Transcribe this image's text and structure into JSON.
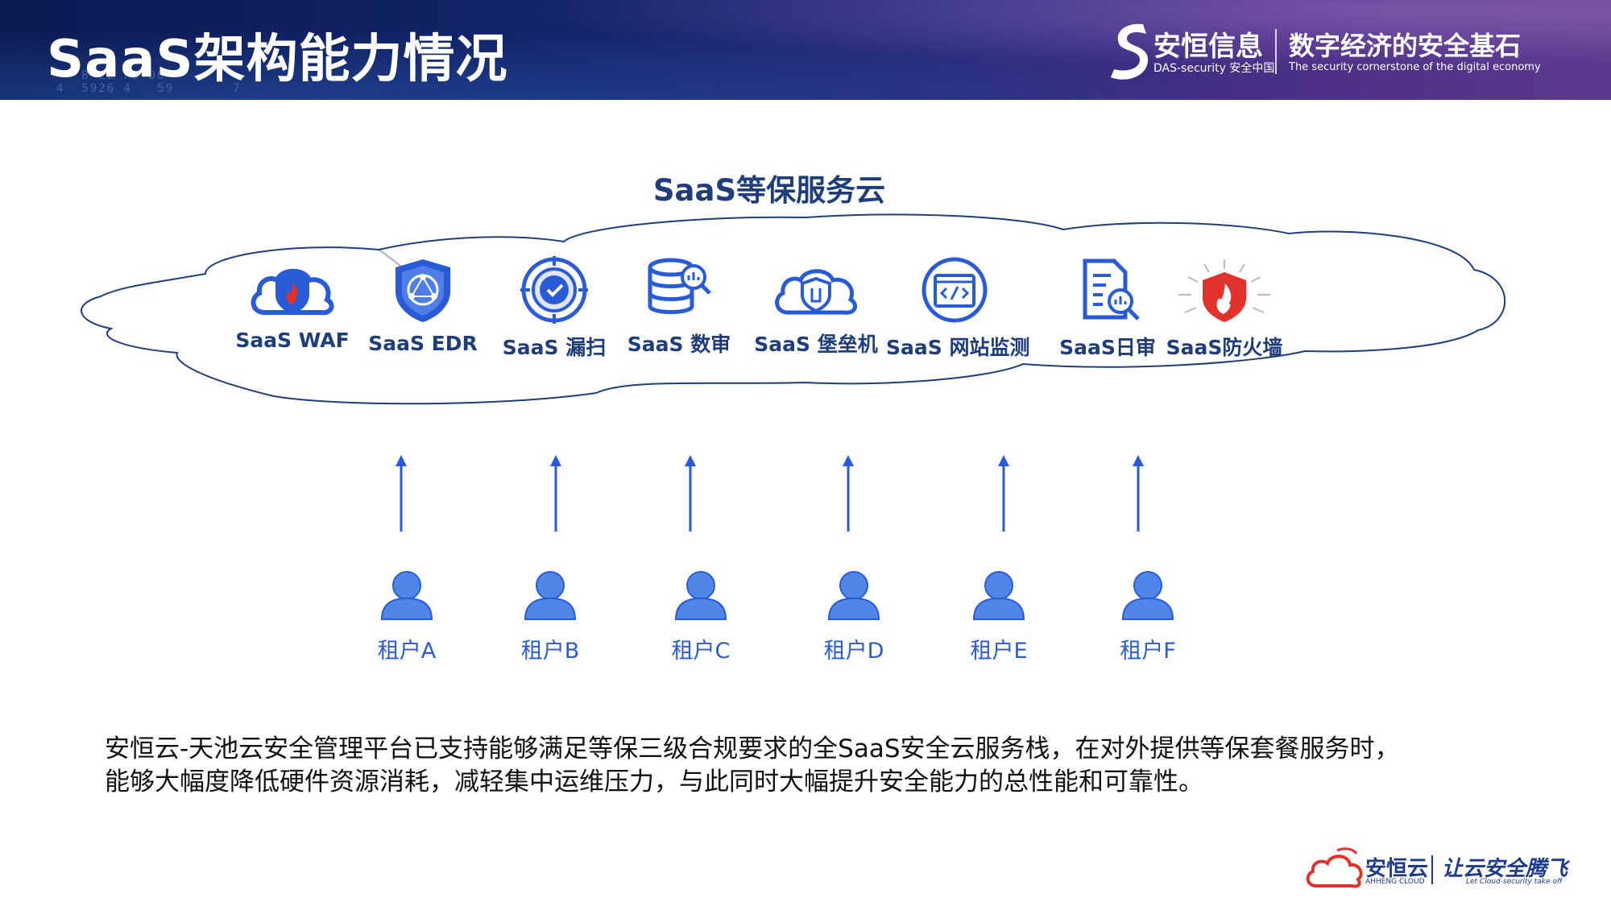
{
  "header": {
    "title": "SaaS架构能力情况",
    "brand_name": "安恒信息",
    "brand_sub": "DAS-security 安全中国",
    "brand_slogan": "数字经济的安全基石",
    "brand_slogan_en": "The security cornerstone of the digital economy"
  },
  "cloud": {
    "title": "SaaS等保服务云",
    "services": [
      {
        "label": "SaaS WAF",
        "icon": "cloud-shield-flame-icon"
      },
      {
        "label": "SaaS EDR",
        "icon": "shield-network-icon"
      },
      {
        "label": "SaaS 漏扫",
        "icon": "scan-target-icon"
      },
      {
        "label": "SaaS 数审",
        "icon": "database-search-icon"
      },
      {
        "label": "SaaS 堡垒机",
        "icon": "cloud-shield-icon"
      },
      {
        "label": "SaaS 网站监测",
        "icon": "web-code-monitor-icon"
      },
      {
        "label": "SaaS日审",
        "icon": "log-audit-icon"
      },
      {
        "label": "SaaS防火墙",
        "icon": "firewall-flame-icon"
      }
    ]
  },
  "tenants": [
    "租户A",
    "租户B",
    "租户C",
    "租户D",
    "租户E",
    "租户F"
  ],
  "description": [
    "安恒云-天池云安全管理平台已支持能够满足等保三级合规要求的全SaaS安全云服务栈，在对外提供等保套餐服务时，",
    "能够大幅度降低硬件资源消耗，减轻集中运维压力，与此同时大幅提升安全能力的总性能和可靠性。"
  ],
  "footer": {
    "name": "安恒云",
    "name_en": "AHHENG CLOUD",
    "slogan": "让云安全腾飞",
    "slogan_en": "Let Cloud-security take off"
  },
  "colors": {
    "primary_blue": "#2a5bd7",
    "dark_blue": "#1f3d7a",
    "accent_red": "#e0322a"
  }
}
